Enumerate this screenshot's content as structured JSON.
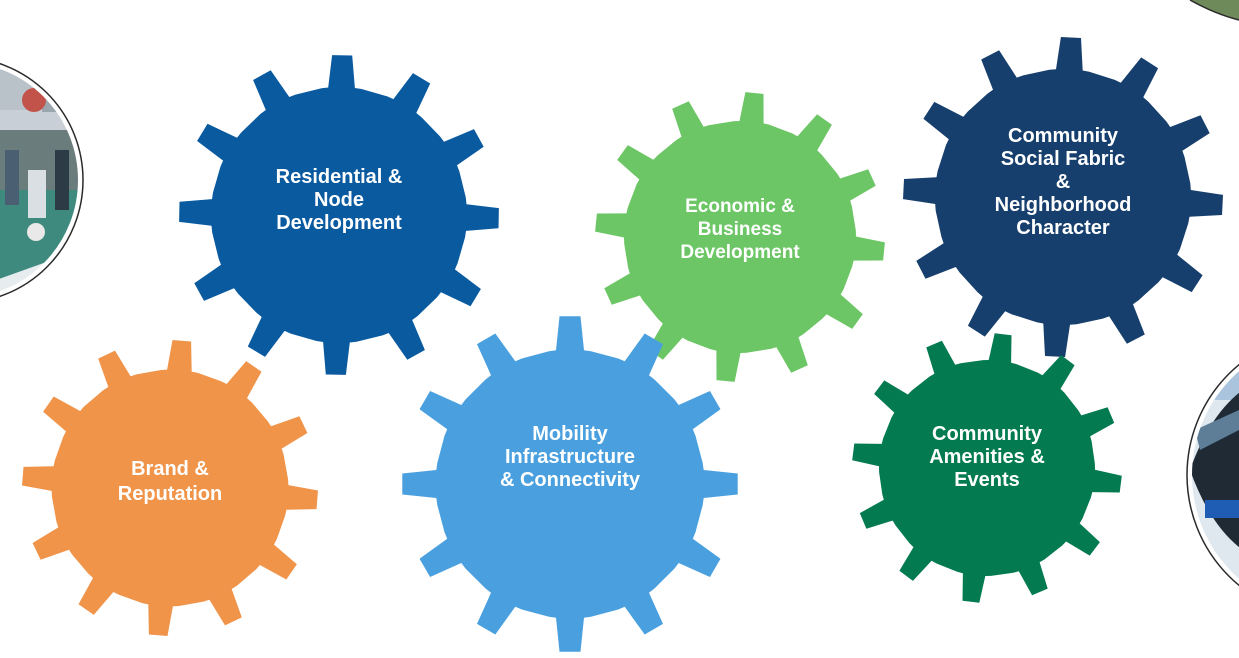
{
  "gears": [
    {
      "id": "residential",
      "lines": [
        "Residential &",
        "Node",
        "Development"
      ],
      "color": "#0a5aa0"
    },
    {
      "id": "economic",
      "lines": [
        "Economic &",
        "Business",
        "Development"
      ],
      "color": "#6cc665"
    },
    {
      "id": "social",
      "lines": [
        "Community",
        "Social Fabric",
        "&",
        "Neighborhood",
        "Character"
      ],
      "color": "#173f6d"
    },
    {
      "id": "brand",
      "lines": [
        "Brand &",
        "Reputation"
      ],
      "color": "#f0944a"
    },
    {
      "id": "mobility",
      "lines": [
        "Mobility",
        "Infrastructure",
        "& Connectivity"
      ],
      "color": "#4aa0df"
    },
    {
      "id": "amenities",
      "lines": [
        "Community",
        "Amenities &",
        "Events"
      ],
      "color": "#037a4f"
    }
  ]
}
